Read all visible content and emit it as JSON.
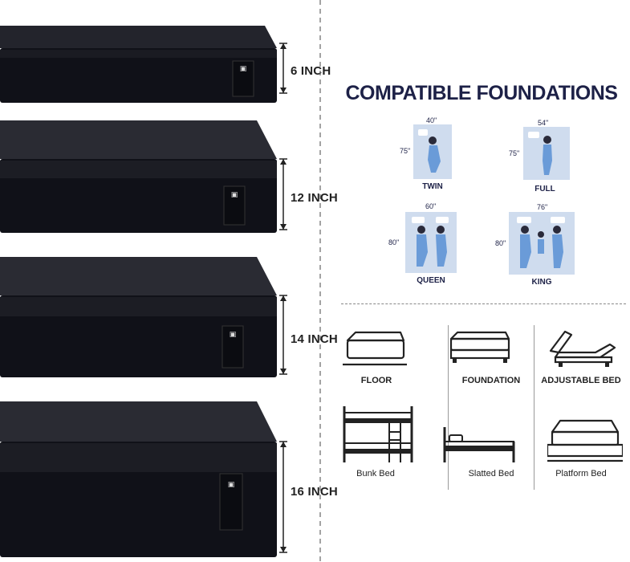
{
  "heights": [
    {
      "label": "6 INCH"
    },
    {
      "label": "12 INCH"
    },
    {
      "label": "14 INCH"
    },
    {
      "label": "16 INCH"
    }
  ],
  "title": "COMPATIBLE FOUNDATIONS",
  "sizes": [
    {
      "label": "TWIN",
      "width": "40\"",
      "length": "75\""
    },
    {
      "label": "FULL",
      "width": "54\"",
      "length": "75\""
    },
    {
      "label": "QUEEN",
      "width": "60\"",
      "length": "80\""
    },
    {
      "label": "KING",
      "width": "76\"",
      "length": "80\""
    }
  ],
  "foundations": [
    {
      "label": "FLOOR",
      "icon": "floor-bed-icon"
    },
    {
      "label": "FOUNDATION",
      "icon": "foundation-bed-icon"
    },
    {
      "label": "ADJUSTABLE BED",
      "icon": "adjustable-bed-icon"
    },
    {
      "label": "Bunk Bed",
      "icon": "bunk-bed-icon"
    },
    {
      "label": "Slatted Bed",
      "icon": "slatted-bed-icon"
    },
    {
      "label": "Platform Bed",
      "icon": "platform-bed-icon"
    }
  ],
  "colors": {
    "navy": "#1d2147",
    "mattress": "#15161d",
    "card": "#cfdcee"
  }
}
